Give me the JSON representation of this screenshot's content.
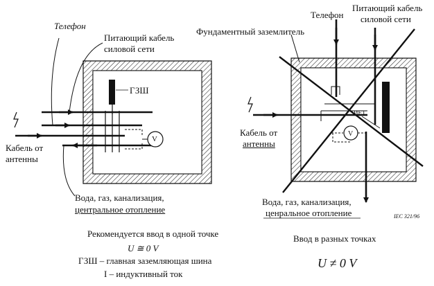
{
  "left_panel": {
    "telephone": "Телефон",
    "power_cable": [
      "Питающий кабель",
      "силовой сети"
    ],
    "gzsh": "ГЗШ",
    "voltmeter": "V",
    "antenna_cable": [
      "Кабель от",
      "антенны"
    ],
    "utilities": [
      "Вода, газ, канализация,",
      "центральное отопление"
    ]
  },
  "right_panel": {
    "foundation_earth": "Фундаментный заземлитель",
    "telephone": "Телефон",
    "power_cable": [
      "Питающий кабель",
      "силовой сети"
    ],
    "net_label": "ИЕТ",
    "voltmeter": "V",
    "antenna_cable": [
      "Кабель от",
      "антенны"
    ],
    "utilities": [
      "Вода, газ, канализация,",
      "ценральное отопление"
    ],
    "source_ref": "IEC 321/96"
  },
  "captions": {
    "single_point": "Рекомендуется ввод в одной точке",
    "u_zero": "U ≅ 0 V",
    "gzsh_def": "ГЗШ – главная заземляющая шина",
    "i_def": "I – индуктивный ток",
    "multi_point": "Ввод в разных точках",
    "u_nonzero": "U ≠ 0 V"
  }
}
